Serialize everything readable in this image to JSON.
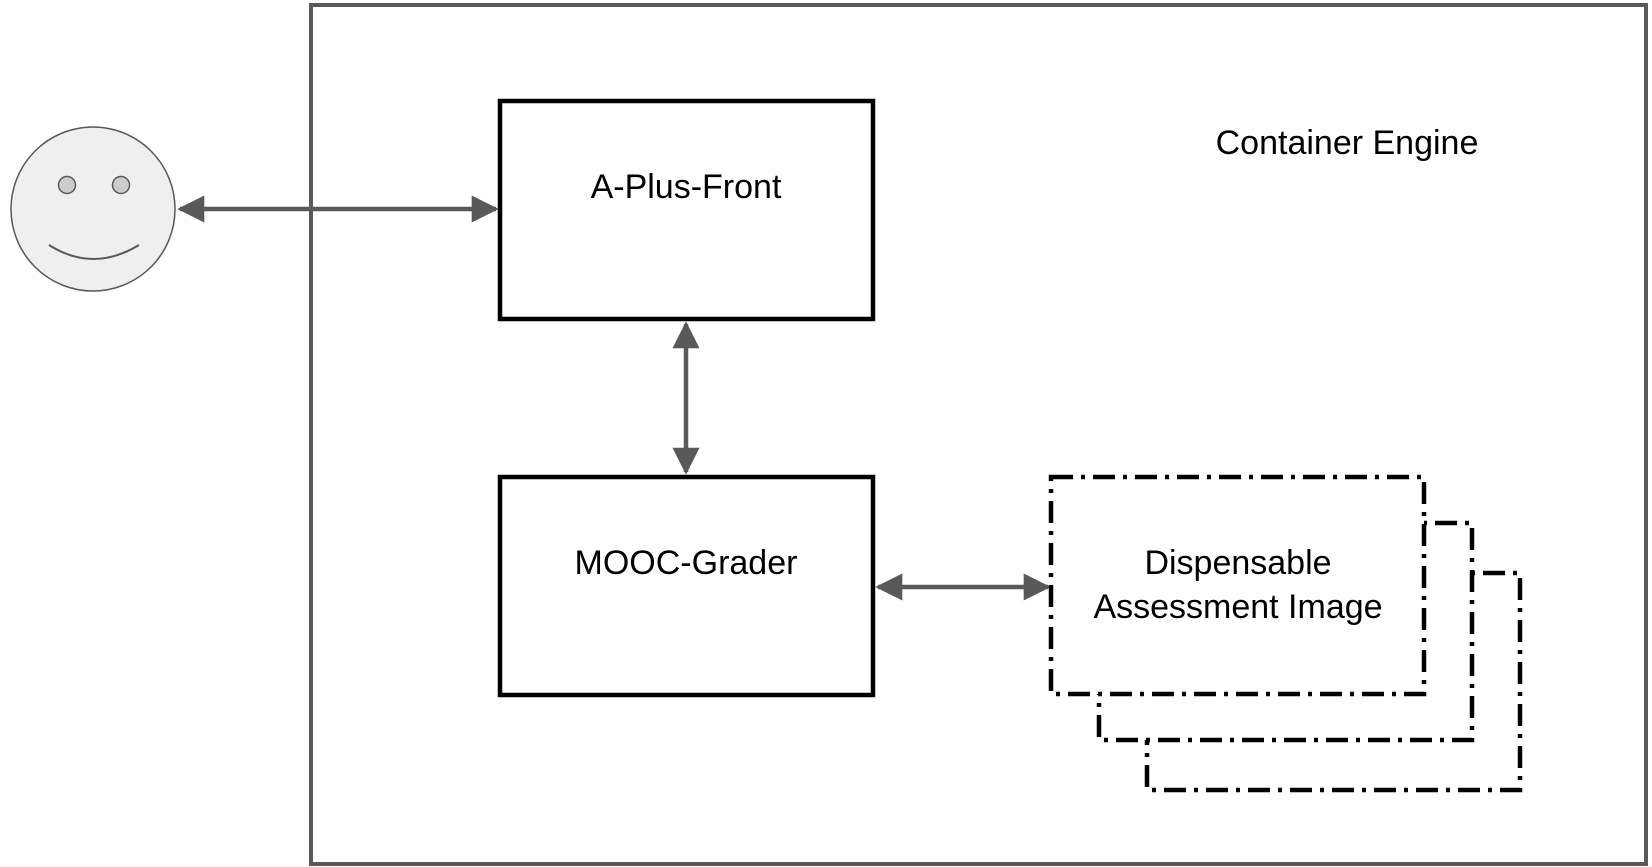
{
  "diagram": {
    "container_label": "Container Engine",
    "nodes": {
      "front": {
        "label": "A-Plus-Front"
      },
      "grader": {
        "label": "MOOC-Grader"
      },
      "image": {
        "line1": "Dispensable",
        "line2": "Assessment Image"
      }
    },
    "user": {
      "icon": "smiley-face-icon"
    }
  },
  "colors": {
    "frame": "#595959",
    "arrow": "#595959",
    "box_stroke": "#000000",
    "face_fill": "#efefef",
    "face_stroke": "#595959",
    "eye_fill": "#cccccc"
  }
}
